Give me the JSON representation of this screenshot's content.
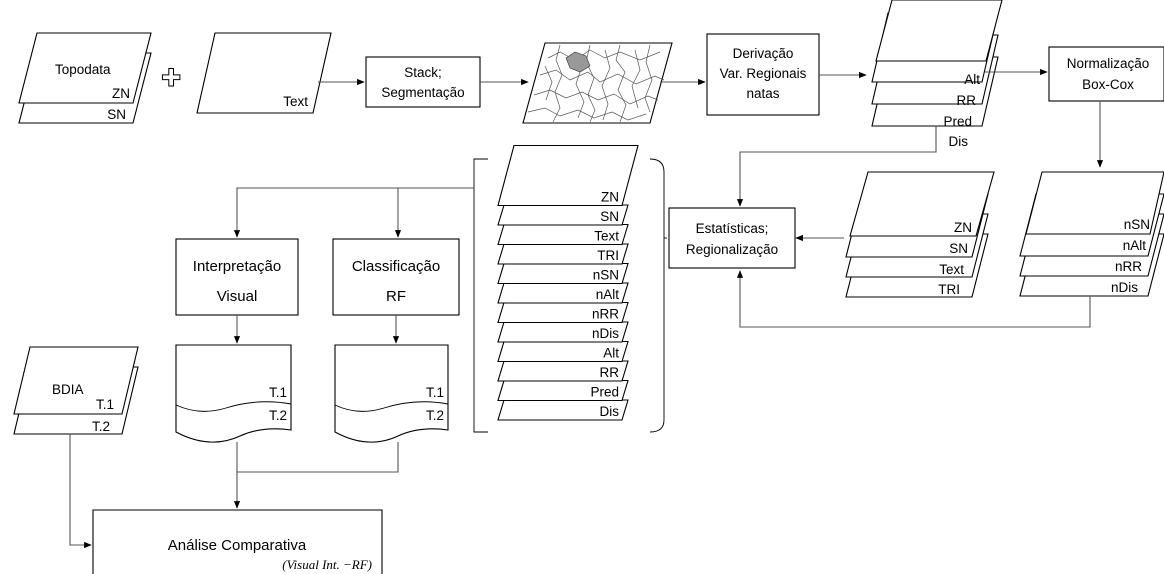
{
  "topodata": {
    "title": "Topodata",
    "layers": [
      "ZN",
      "SN"
    ]
  },
  "plus_symbol": "✚",
  "text_input": "Text",
  "stack_box": {
    "line1": "Stack;",
    "line2": "Segmentação"
  },
  "derivacao_box": {
    "line1": "Derivação",
    "line2": "Var. Regionais",
    "line3": "natas"
  },
  "regional_vars": [
    "Alt",
    "RR",
    "Pred",
    "Dis"
  ],
  "normalizacao_box": {
    "line1": "Normalização",
    "line2": "Box-Cox"
  },
  "normalized_vars": [
    "nSN",
    "nAlt",
    "nRR",
    "nDis"
  ],
  "terrain_vars": [
    "ZN",
    "SN",
    "Text",
    "TRI"
  ],
  "estatisticas_box": {
    "line1": "Estatísticas;",
    "line2": "Regionalização"
  },
  "stack_all": [
    "ZN",
    "SN",
    "Text",
    "TRI",
    "nSN",
    "nAlt",
    "nRR",
    "nDis",
    "Alt",
    "RR",
    "Pred",
    "Dis"
  ],
  "interp_box": {
    "line1": "Interpretação",
    "line2": "Visual"
  },
  "classif_box": {
    "line1": "Classificação",
    "line2": "RF"
  },
  "doc_labels": [
    "T.1",
    "T.2"
  ],
  "bdia": {
    "title": "BDIA",
    "layers": [
      "T.1",
      "T.2"
    ]
  },
  "analise_box": {
    "title": "Análise Comparativa",
    "formula": "(Visual Int. −RF)"
  }
}
